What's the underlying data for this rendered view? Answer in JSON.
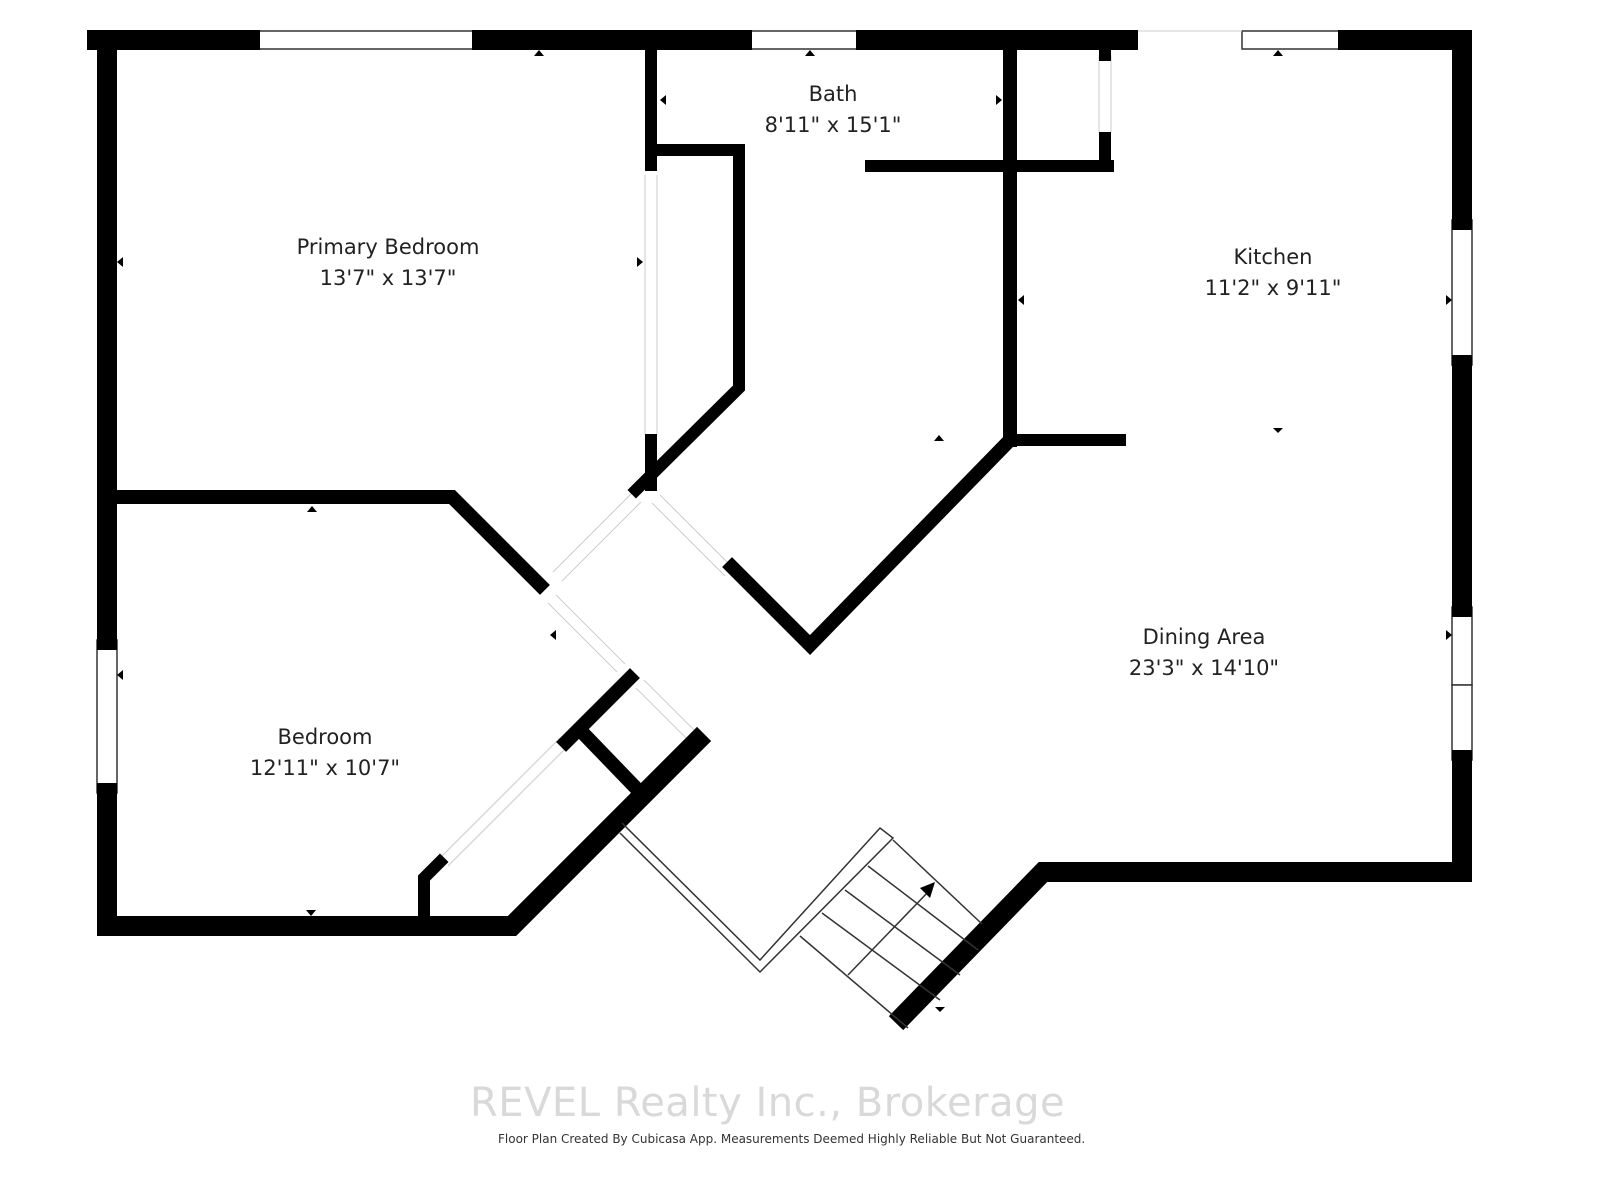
{
  "rooms": [
    {
      "name": "Primary Bedroom",
      "size": "13'7\" x 13'7\""
    },
    {
      "name": "Bath",
      "size": "8'11\" x 15'1\""
    },
    {
      "name": "Kitchen",
      "size": "11'2\" x 9'11\""
    },
    {
      "name": "Dining Area",
      "size": "23'3\" x 14'10\""
    },
    {
      "name": "Bedroom",
      "size": "12'11\" x 10'7\""
    }
  ],
  "footer": {
    "watermark": "REVEL Realty Inc., Brokerage",
    "credit": "Floor Plan Created By Cubicasa App. Measurements Deemed Highly Reliable But Not Guaranteed."
  }
}
